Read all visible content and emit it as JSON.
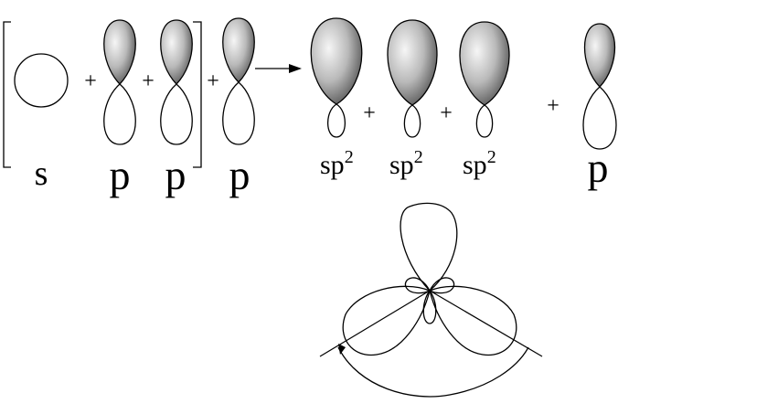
{
  "labels": {
    "s": "s",
    "p1": "p",
    "p2": "p",
    "p3": "p",
    "sp2_a": "sp",
    "sp2_b": "sp",
    "sp2_c": "sp",
    "sup_a": "2",
    "sup_b": "2",
    "sup_c": "2",
    "p_result": "p"
  },
  "operators": {
    "plus": "+"
  },
  "colors": {
    "ink": "#000000",
    "lobe_light": "#f4f4f4",
    "lobe_dark": "#3a3a3a",
    "background": "#ffffff"
  },
  "icons": {
    "arrow": "right-arrow"
  }
}
